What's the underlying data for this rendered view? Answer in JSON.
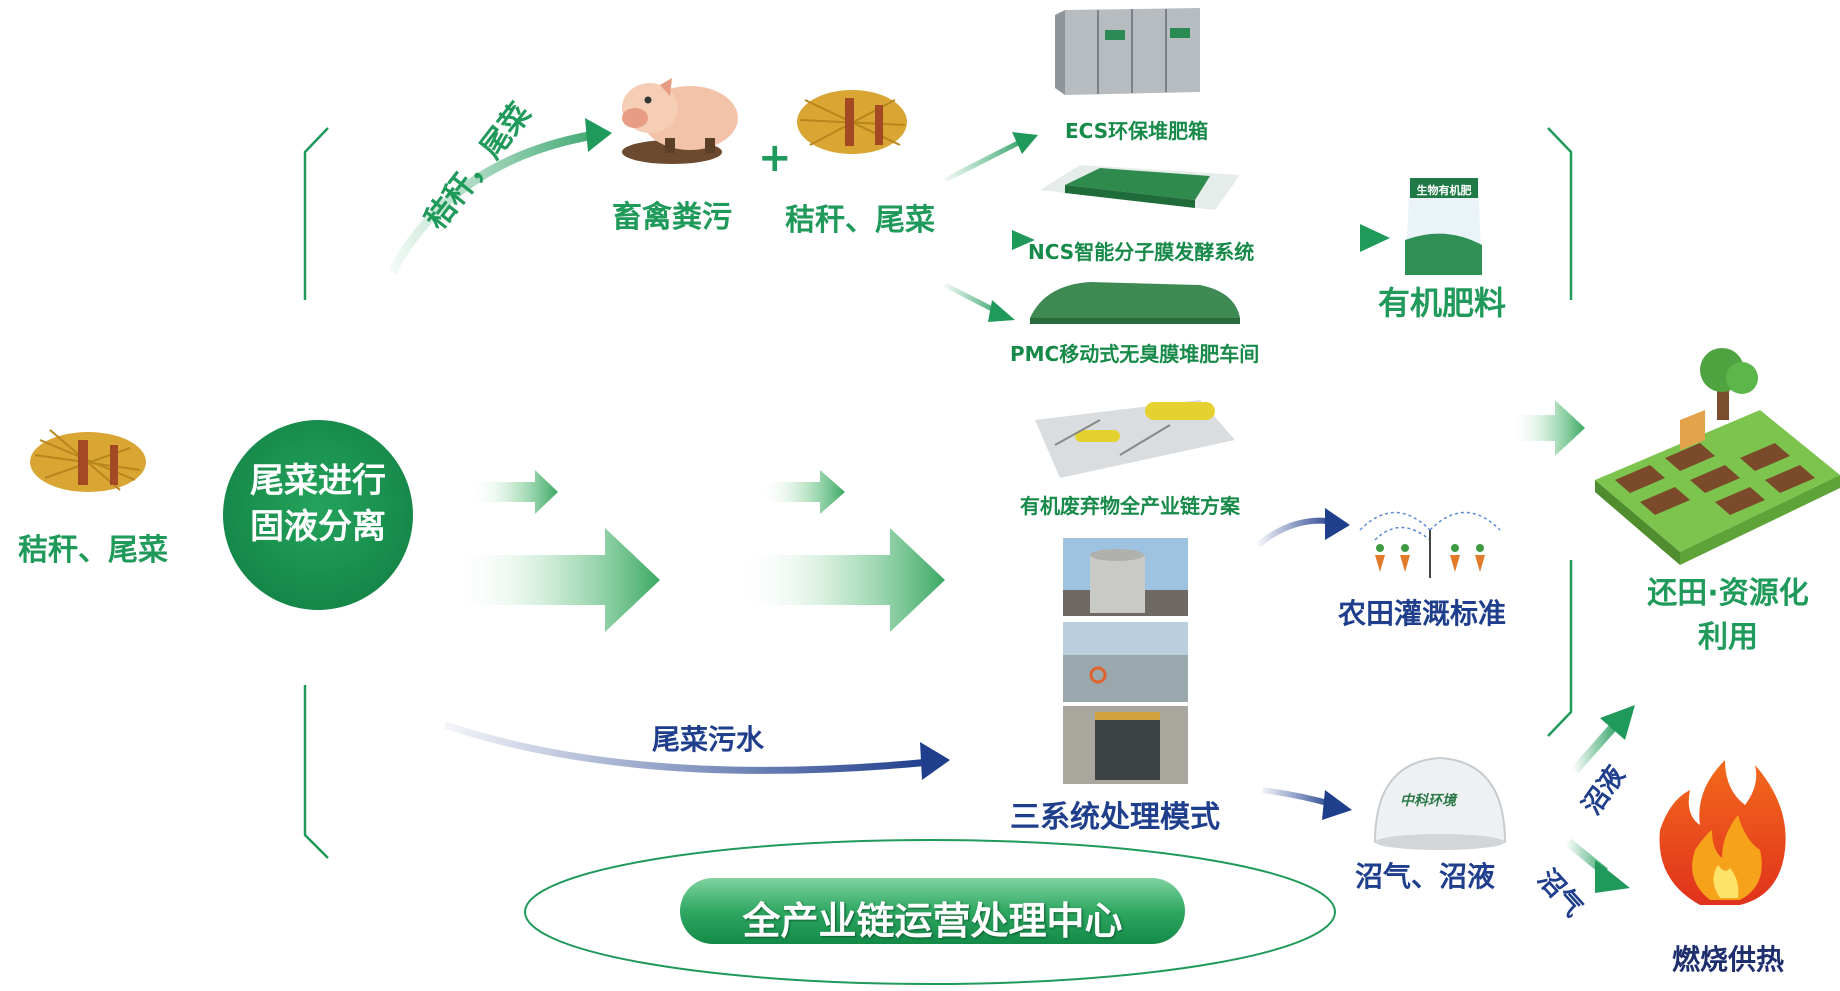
{
  "source": {
    "label": "秸秆、尾菜"
  },
  "center_circle": {
    "line1": "尾菜进行",
    "line2": "固液分离"
  },
  "top_branch": {
    "arrow_label": "秸秆，尾菜",
    "livestock_label": "畜禽粪污",
    "plus": "+",
    "straw_label": "秸秆、尾菜",
    "ecs_label": "ECS环保堆肥箱",
    "ncs_label": "NCS智能分子膜发酵系统",
    "pmc_label": "PMC移动式无臭膜堆肥车间",
    "fertilizer_label": "有机肥料",
    "fertilizer_bag_text": "生物有机肥"
  },
  "middle": {
    "waste_chain_label": "有机废弃物全产业链方案",
    "irrigation_label": "农田灌溉标准"
  },
  "bottom_branch": {
    "wastewater_label": "尾菜污水",
    "three_system_label": "三系统处理模式",
    "biogas_label": "沼气、沼液",
    "dome_text": "中科环境",
    "slurry_arrow_label": "沼液",
    "gas_arrow_label": "沼气"
  },
  "outputs": {
    "field_label_line1": "还田·资源化",
    "field_label_line2": "利用",
    "heat_label": "燃烧供热"
  },
  "center_ellipse": {
    "label": "全产业链运营处理中心"
  },
  "colors": {
    "green": "#1f9a5a",
    "blue": "#1f3e8c",
    "circle": "#1a9150"
  }
}
